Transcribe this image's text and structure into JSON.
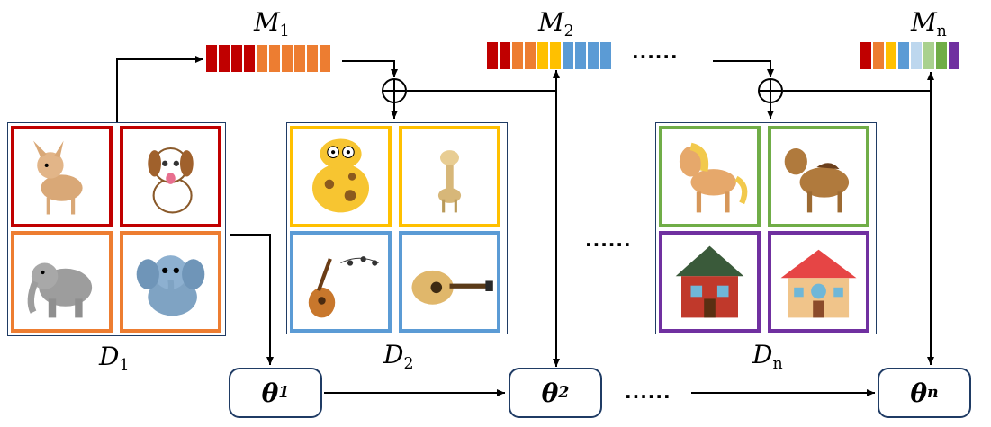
{
  "memories": [
    {
      "symbol": "M",
      "sub": "1",
      "cells": [
        "#c00000",
        "#c00000",
        "#c00000",
        "#c00000",
        "#ed7d31",
        "#ed7d31",
        "#ed7d31",
        "#ed7d31",
        "#ed7d31",
        "#ed7d31"
      ]
    },
    {
      "symbol": "M",
      "sub": "2",
      "cells": [
        "#c00000",
        "#c00000",
        "#ed7d31",
        "#ed7d31",
        "#ffc000",
        "#ffc000",
        "#5b9bd5",
        "#5b9bd5",
        "#5b9bd5",
        "#5b9bd5"
      ]
    },
    {
      "symbol": "M",
      "sub": "n",
      "cells": [
        "#c00000",
        "#ed7d31",
        "#ffc000",
        "#5b9bd5",
        "#bdd7ee",
        "#a9d18e",
        "#70ad47",
        "#7030a0"
      ]
    }
  ],
  "datasets": [
    {
      "symbol": "D",
      "sub": "1",
      "tile_colors": [
        "#c00000",
        "#c00000",
        "#ed7d31",
        "#ed7d31"
      ],
      "icons": [
        "chihuahua-icon",
        "puppy-icon",
        "elephant-icon",
        "baby-elephant-icon"
      ]
    },
    {
      "symbol": "D",
      "sub": "2",
      "tile_colors": [
        "#ffc000",
        "#ffc000",
        "#5b9bd5",
        "#5b9bd5"
      ],
      "icons": [
        "giraffe-icon",
        "small-giraffe-icon",
        "guitar-with-notes-icon",
        "acoustic-guitar-icon"
      ]
    },
    {
      "symbol": "D",
      "sub": "n",
      "tile_colors": [
        "#70ad47",
        "#70ad47",
        "#7030a0",
        "#7030a0"
      ],
      "icons": [
        "pony-icon",
        "saddled-horse-icon",
        "red-house-icon",
        "cottage-icon"
      ]
    }
  ],
  "models": [
    {
      "symbol": "θ",
      "sub": "1"
    },
    {
      "symbol": "θ",
      "sub": "2"
    },
    {
      "symbol": "θ",
      "sub": "n"
    }
  ],
  "ellipsis": "......",
  "colors": {
    "border": "#1f3b64",
    "arrow": "#000000"
  }
}
